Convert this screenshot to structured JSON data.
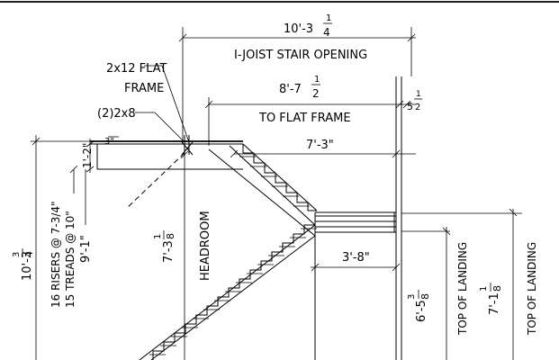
{
  "labels": {
    "overall_width": "10'-3",
    "overall_width_frac_num": "1",
    "overall_width_frac_den": "4",
    "opening_label": "I-JOIST STAIR OPENING",
    "flat_frame_width": "8'-7",
    "flat_frame_frac_num": "1",
    "flat_frame_frac_den": "2",
    "right_dim_whole": "5",
    "right_dim_frac_num": "1",
    "right_dim_frac_den": "2",
    "flat_frame_label": "TO FLAT FRAME",
    "callout_line_1": "2x12 FLAT",
    "callout_line_2": "FRAME",
    "callout_3": "(2)2x8",
    "small_dim": "3\"",
    "floor_depth": "1'-2\"",
    "upper_run": "7'-3\"",
    "landing_width": "3'-8\"",
    "headroom_whole": "7'-3",
    "headroom_frac_num": "1",
    "headroom_frac_den": "8",
    "headroom_label": "HEADROOM",
    "total_rise_whole": "10'-3",
    "total_rise_frac_num": "3",
    "total_rise_frac_den": "4",
    "risers_label": "16 RISERS @ 7-3/4\"",
    "treads_label": "15 TREADS @ 10\"",
    "upper_rise": "9'-1\"",
    "landing_top_whole": "6'-5",
    "landing_top_frac_num": "3",
    "landing_top_frac_den": "8",
    "landing_top_label": "TOP OF LANDING",
    "landing_top2_whole": "7'-1",
    "landing_top2_frac_num": "1",
    "landing_top2_frac_den": "8",
    "landing_top2_label": "TOP OF LANDING"
  }
}
